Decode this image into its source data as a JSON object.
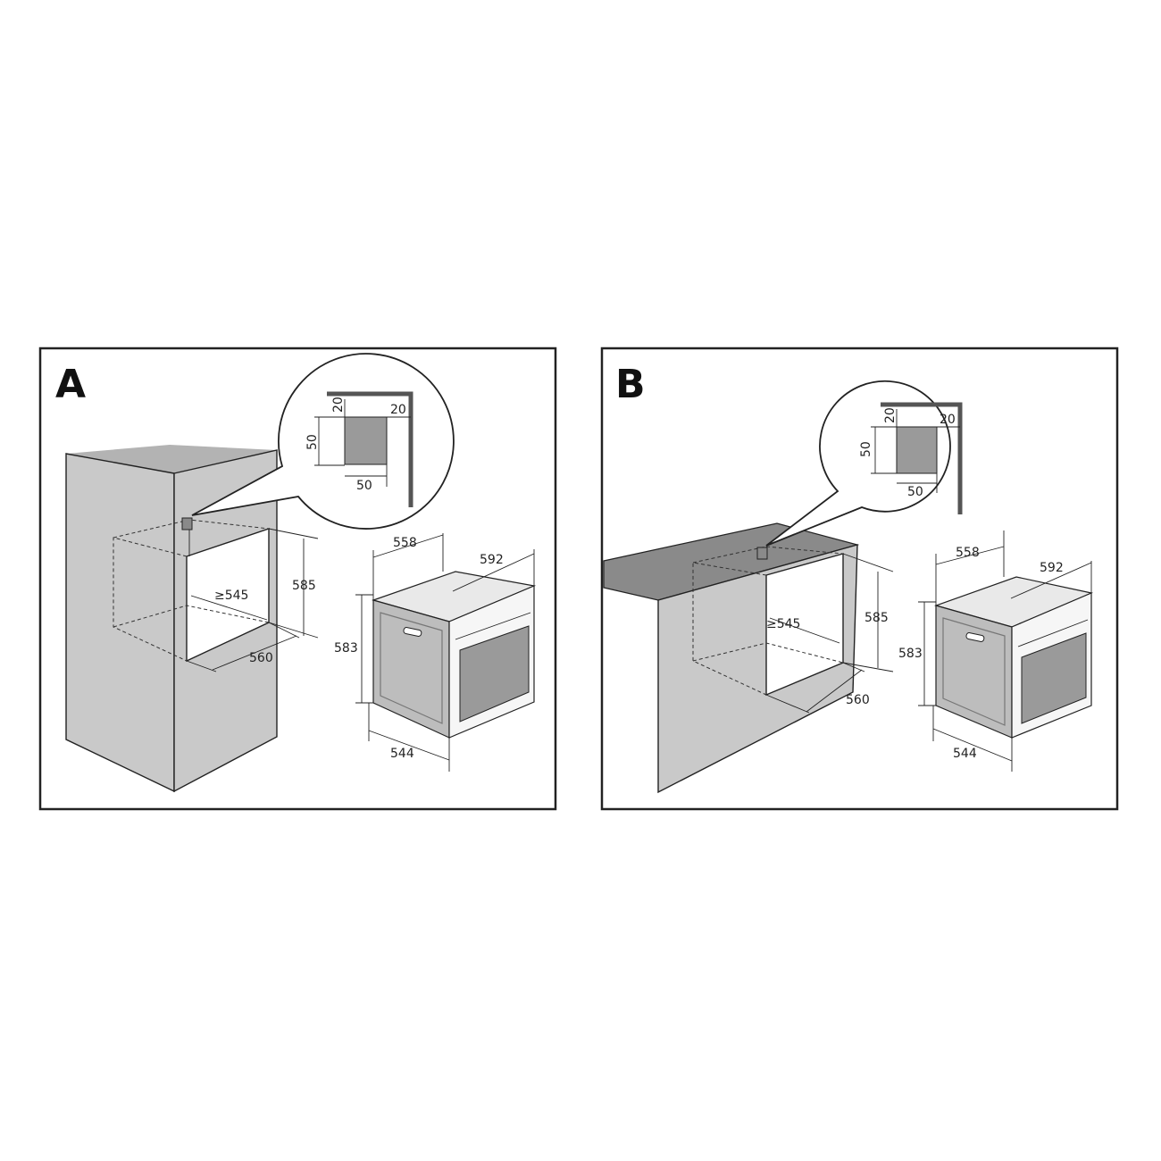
{
  "panels": [
    {
      "letter": "A",
      "bubble": {
        "vent_height": "20",
        "vent_side": "20",
        "vent_size_v": "50",
        "vent_size_h": "50"
      },
      "cavity": {
        "height": "585",
        "depth": "≥545",
        "width": "560"
      },
      "oven": {
        "width": "558",
        "depth": "592",
        "height": "583",
        "body_depth": "544"
      }
    },
    {
      "letter": "B",
      "bubble": {
        "vent_height": "20",
        "vent_side": "20",
        "vent_size_v": "50",
        "vent_size_h": "50"
      },
      "cavity": {
        "height": "585",
        "depth": "≥545",
        "width": "560"
      },
      "oven": {
        "width": "558",
        "depth": "592",
        "height": "583",
        "body_depth": "544"
      }
    }
  ]
}
